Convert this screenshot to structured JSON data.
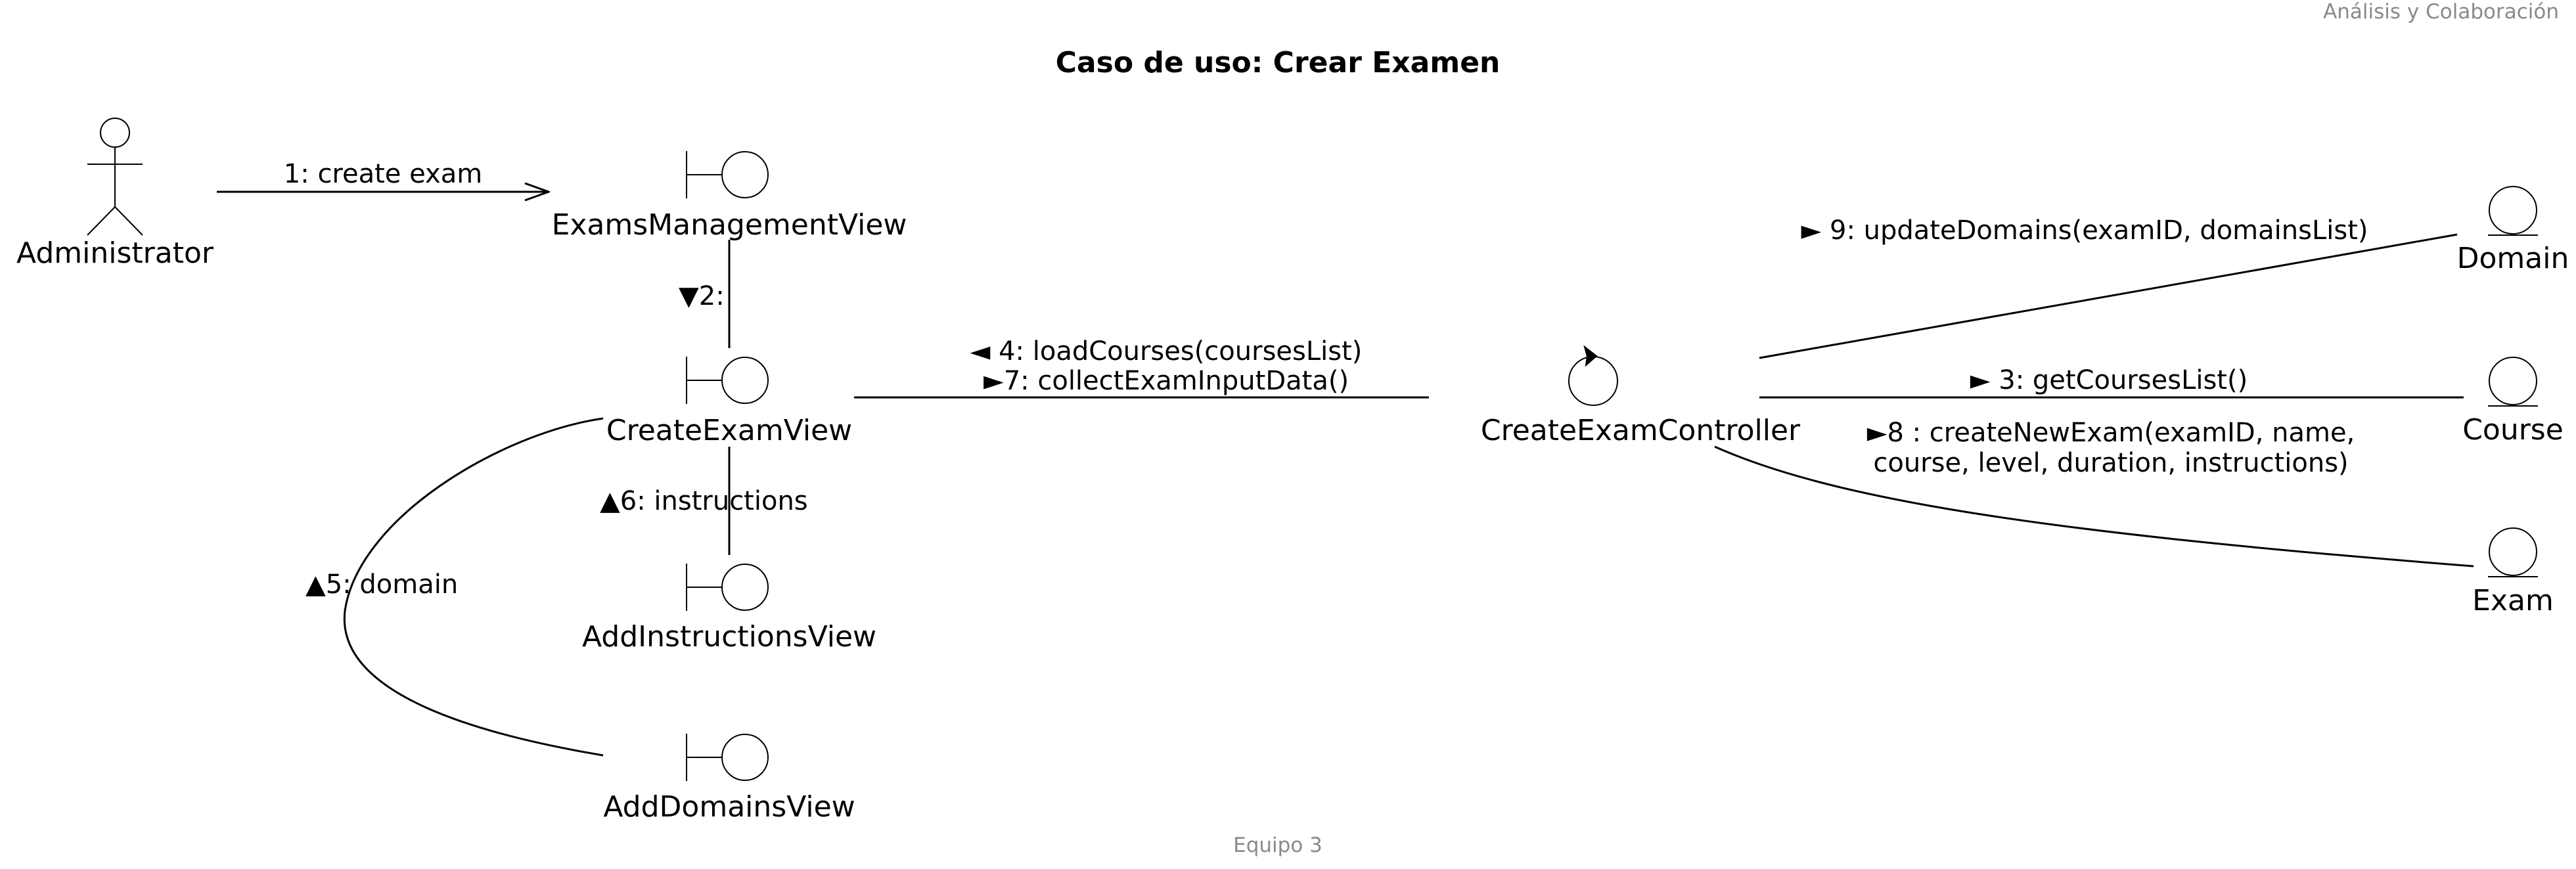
{
  "header": {
    "text": "Análisis y Colaboración"
  },
  "title": "Caso de uso: Crear Examen",
  "footer": {
    "text": "Equipo 3"
  },
  "nodes": {
    "administrator": {
      "label": "Administrator",
      "kind": "actor"
    },
    "exams_management_view": {
      "label": "ExamsManagementView",
      "kind": "boundary"
    },
    "create_exam_view": {
      "label": "CreateExamView",
      "kind": "boundary"
    },
    "add_instructions_view": {
      "label": "AddInstructionsView",
      "kind": "boundary"
    },
    "add_domains_view": {
      "label": "AddDomainsView",
      "kind": "boundary"
    },
    "create_exam_controller": {
      "label": "CreateExamController",
      "kind": "control"
    },
    "domain": {
      "label": "Domain",
      "kind": "entity"
    },
    "course": {
      "label": "Course",
      "kind": "entity"
    },
    "exam": {
      "label": "Exam",
      "kind": "entity"
    }
  },
  "messages": {
    "m1": "1: create exam",
    "m2": "▼2:",
    "m4": "◄ 4: loadCourses(coursesList)",
    "m7": "►7: collectExamInputData()",
    "m6": "▲6: instructions",
    "m5": "▲5: domain",
    "m9": "► 9: updateDomains(examID, domainsList)",
    "m3": "► 3: getCoursesList()",
    "m8_line1": "►8 : createNewExam(examID, name,",
    "m8_line2": "course, level, duration, instructions)"
  },
  "colors": {
    "line": "#000000",
    "fill": "#ffffff",
    "muted_text": "#8a8a8a"
  }
}
